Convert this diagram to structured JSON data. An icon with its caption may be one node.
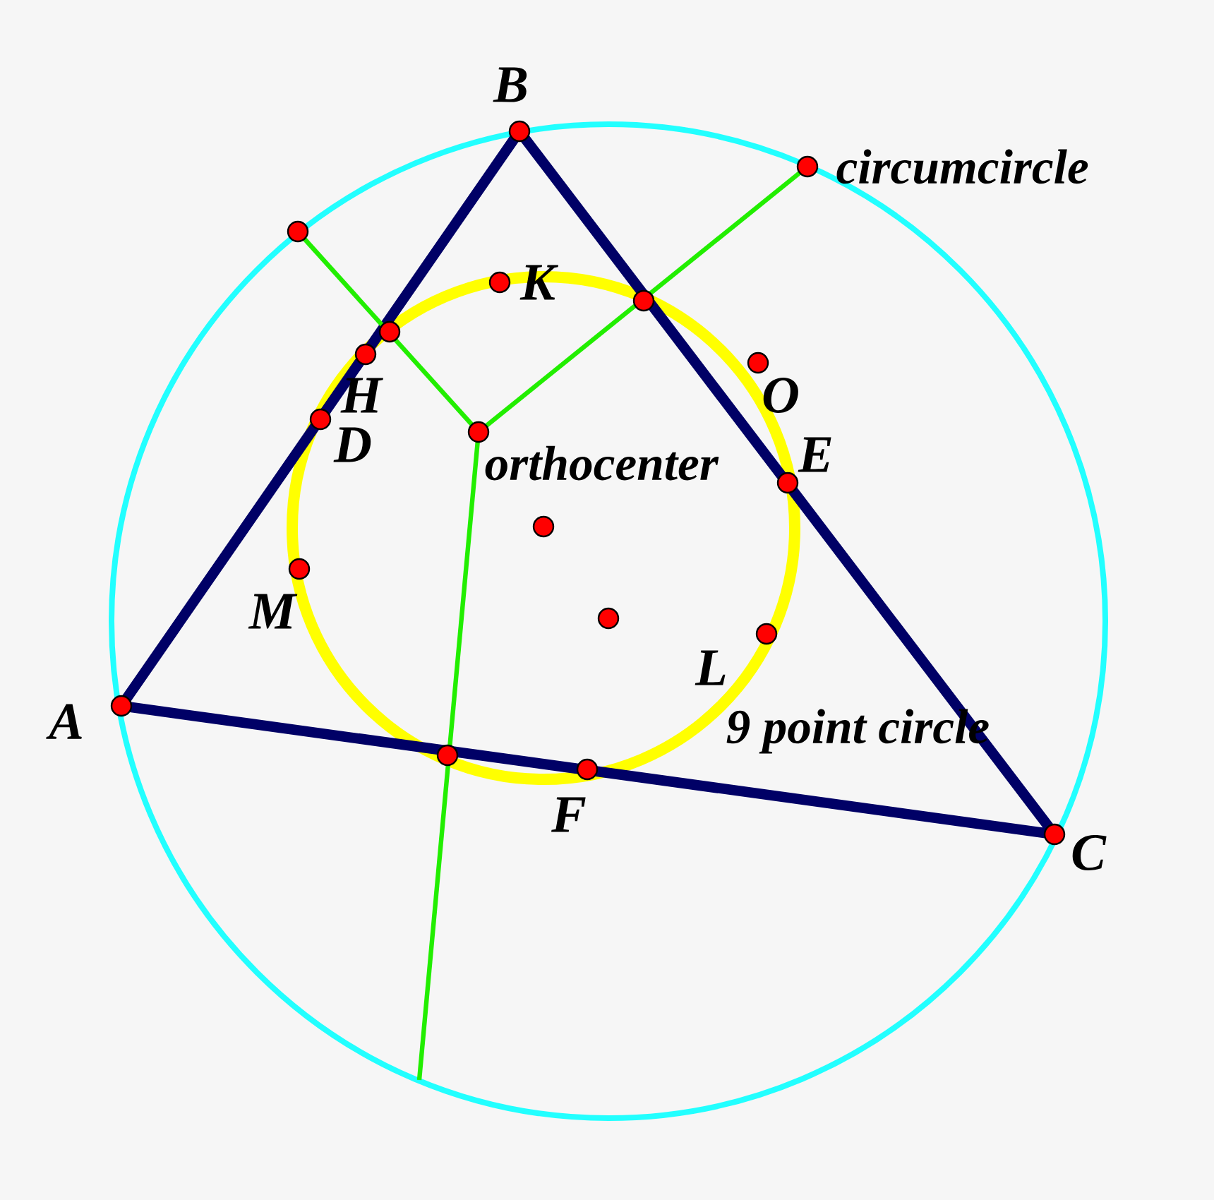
{
  "diagram": {
    "labels": [
      "B",
      "circumcircle",
      "K",
      "O",
      "H",
      "D",
      "orthocenter",
      "E",
      "M",
      "L",
      "A",
      "9 *point circle*",
      "F",
      "C"
    ]
  }
}
